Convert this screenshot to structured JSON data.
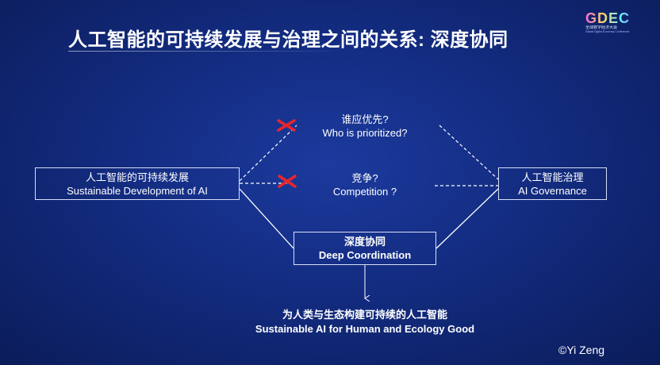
{
  "title": "人工智能的可持续发展与治理之间的关系: 深度协同",
  "logo": {
    "word": "GDEC",
    "sub_cn": "全球数字经济大会",
    "sub_en": "Global Digital Economy Conference"
  },
  "nodes": {
    "sustainable": {
      "cn": "人工智能的可持续发展",
      "en": "Sustainable Development of AI"
    },
    "governance": {
      "cn": "人工智能治理",
      "en": "AI Governance"
    },
    "deep": {
      "cn": "深度协同",
      "en": "Deep Coordination"
    }
  },
  "labels": {
    "who": {
      "cn": "谁应优先?",
      "en": "Who is prioritized?"
    },
    "competition": {
      "cn": "竞争?",
      "en": "Competition ?"
    }
  },
  "goal": {
    "cn": "为人类与生态构建可持续的人工智能",
    "en": "Sustainable AI for Human and Ecology Good"
  },
  "copyright": "©Yi Zeng",
  "colors": {
    "cross": "#e8262d",
    "line": "#ffffff",
    "background": "#132c80"
  }
}
